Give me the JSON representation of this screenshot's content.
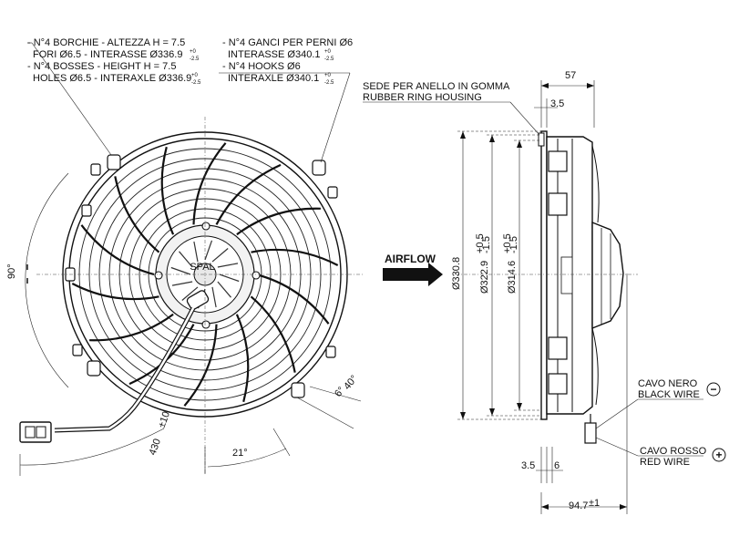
{
  "notes_left": {
    "it_line1": "- N°4 BORCHIE - ALTEZZA H = 7.5",
    "it_line2": "FORI Ø6.5 - INTERASSE Ø336.9",
    "it_tol_up": "+0",
    "it_tol_dn": "-2.5",
    "en_line1": "- N°4 BOSSES - HEIGHT H = 7.5",
    "en_line2": "HOLES Ø6.5 - INTERAXLE Ø336.9",
    "en_tol_up": "+0",
    "en_tol_dn": "-2.5"
  },
  "notes_right": {
    "it_line1": "- N°4 GANCI PER PERNI Ø6",
    "it_line2": "INTERASSE Ø340.1",
    "it_tol_up": "+0",
    "it_tol_dn": "-2.5",
    "en_line1": "- N°4 HOOKS Ø6",
    "en_line2": "INTERAXLE Ø340.1",
    "en_tol_up": "+0",
    "en_tol_dn": "-2.5"
  },
  "ring_housing": {
    "it": "SEDE PER ANELLO IN GOMMA",
    "en": "RUBBER RING HOUSING"
  },
  "airflow": "AIRFLOW",
  "black_wire": {
    "it": "CAVO NERO",
    "en": "BLACK WIRE",
    "symbol": "−"
  },
  "red_wire": {
    "it": "CAVO ROSSO",
    "en": "RED WIRE",
    "symbol": "+"
  },
  "dims": {
    "d57": "57",
    "d3_5_top": "3.5",
    "d330_8": "Ø330.8",
    "d322_9": "Ø322.9",
    "d322_9_up": "+0.5",
    "d322_9_dn": "-1.5",
    "d314_6": "Ø314.6",
    "d314_6_up": "+0.5",
    "d314_6_dn": "-1.5",
    "d3_5_bot": "3.5",
    "d6": "6",
    "d94_7": "94.7",
    "d94_7_tol": "±1",
    "ang90": "90°",
    "ang21": "21°",
    "ang6": "6°",
    "ang40": "40°",
    "cable": "430",
    "cable_tol": "±10"
  },
  "label_text": "SPAL"
}
